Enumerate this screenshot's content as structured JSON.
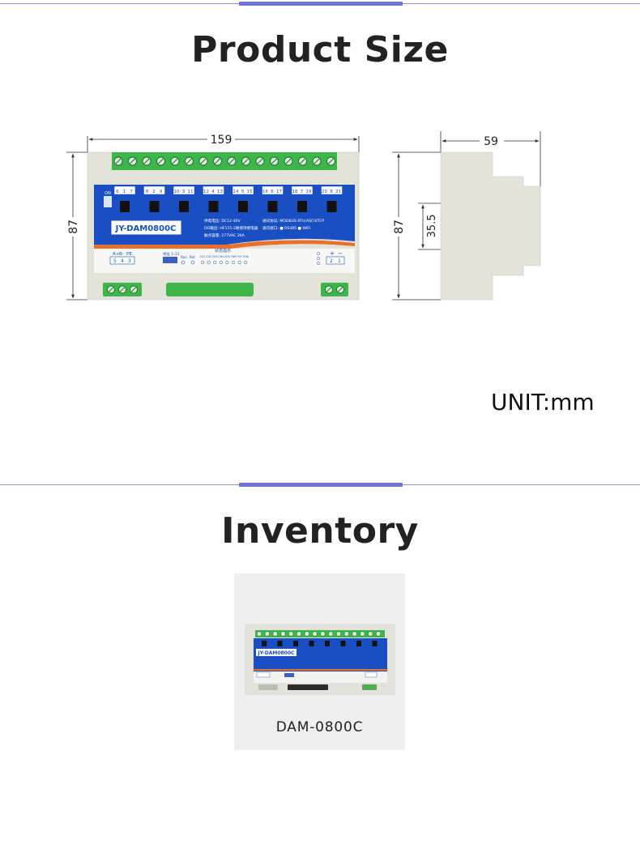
{
  "product_size": {
    "title": "Product Size",
    "dims": {
      "width": "159",
      "height": "87",
      "depth": "59",
      "inner_height": "87",
      "rail": "35.5"
    },
    "unit": "UNIT:mm"
  },
  "device": {
    "model": "JY-DAM0800C",
    "relay_labels": [
      [
        "6",
        "1",
        "7"
      ],
      [
        "8",
        "2",
        "9"
      ],
      [
        "10",
        "3",
        "11"
      ],
      [
        "12",
        "4",
        "13"
      ],
      [
        "14",
        "5",
        "15"
      ],
      [
        "16",
        "6",
        "17"
      ],
      [
        "18",
        "7",
        "19"
      ],
      [
        "20",
        "8",
        "21"
      ]
    ],
    "specs_left": [
      "供电电压: DC12-30V",
      "DO输出: HF115-2磁保持继电器",
      "触点容量: 277VAC 30A"
    ],
    "specs_right": [
      "通讯协议: MODBUS RTU/ASCII/TCP",
      "通讯接口: ■ RS485 ■ WIFI"
    ],
    "status_title": "状态指示",
    "status_labels": [
      "CH1",
      "CH2",
      "CH3",
      "CH4",
      "CH5",
      "CH6",
      "CH7",
      "CH8"
    ],
    "rs485_labels": [
      "A+",
      "B-",
      "PE"
    ],
    "rs485_numbers": [
      "5",
      "4",
      "3"
    ],
    "dip_label": "地址 1-31",
    "run_label": "Run",
    "rst_label": "Rst",
    "power_signs": [
      "+",
      "−"
    ],
    "power_numbers": [
      "2",
      "1"
    ],
    "on_label": "ON"
  },
  "inventory": {
    "title": "Inventory",
    "item_label": "DAM-0800C"
  },
  "colors": {
    "accent_rule": "#6e74d8",
    "panel_blue": "#1a4fc4",
    "terminal_green": "#3eb54a",
    "body_grey": "#e4e3da"
  }
}
